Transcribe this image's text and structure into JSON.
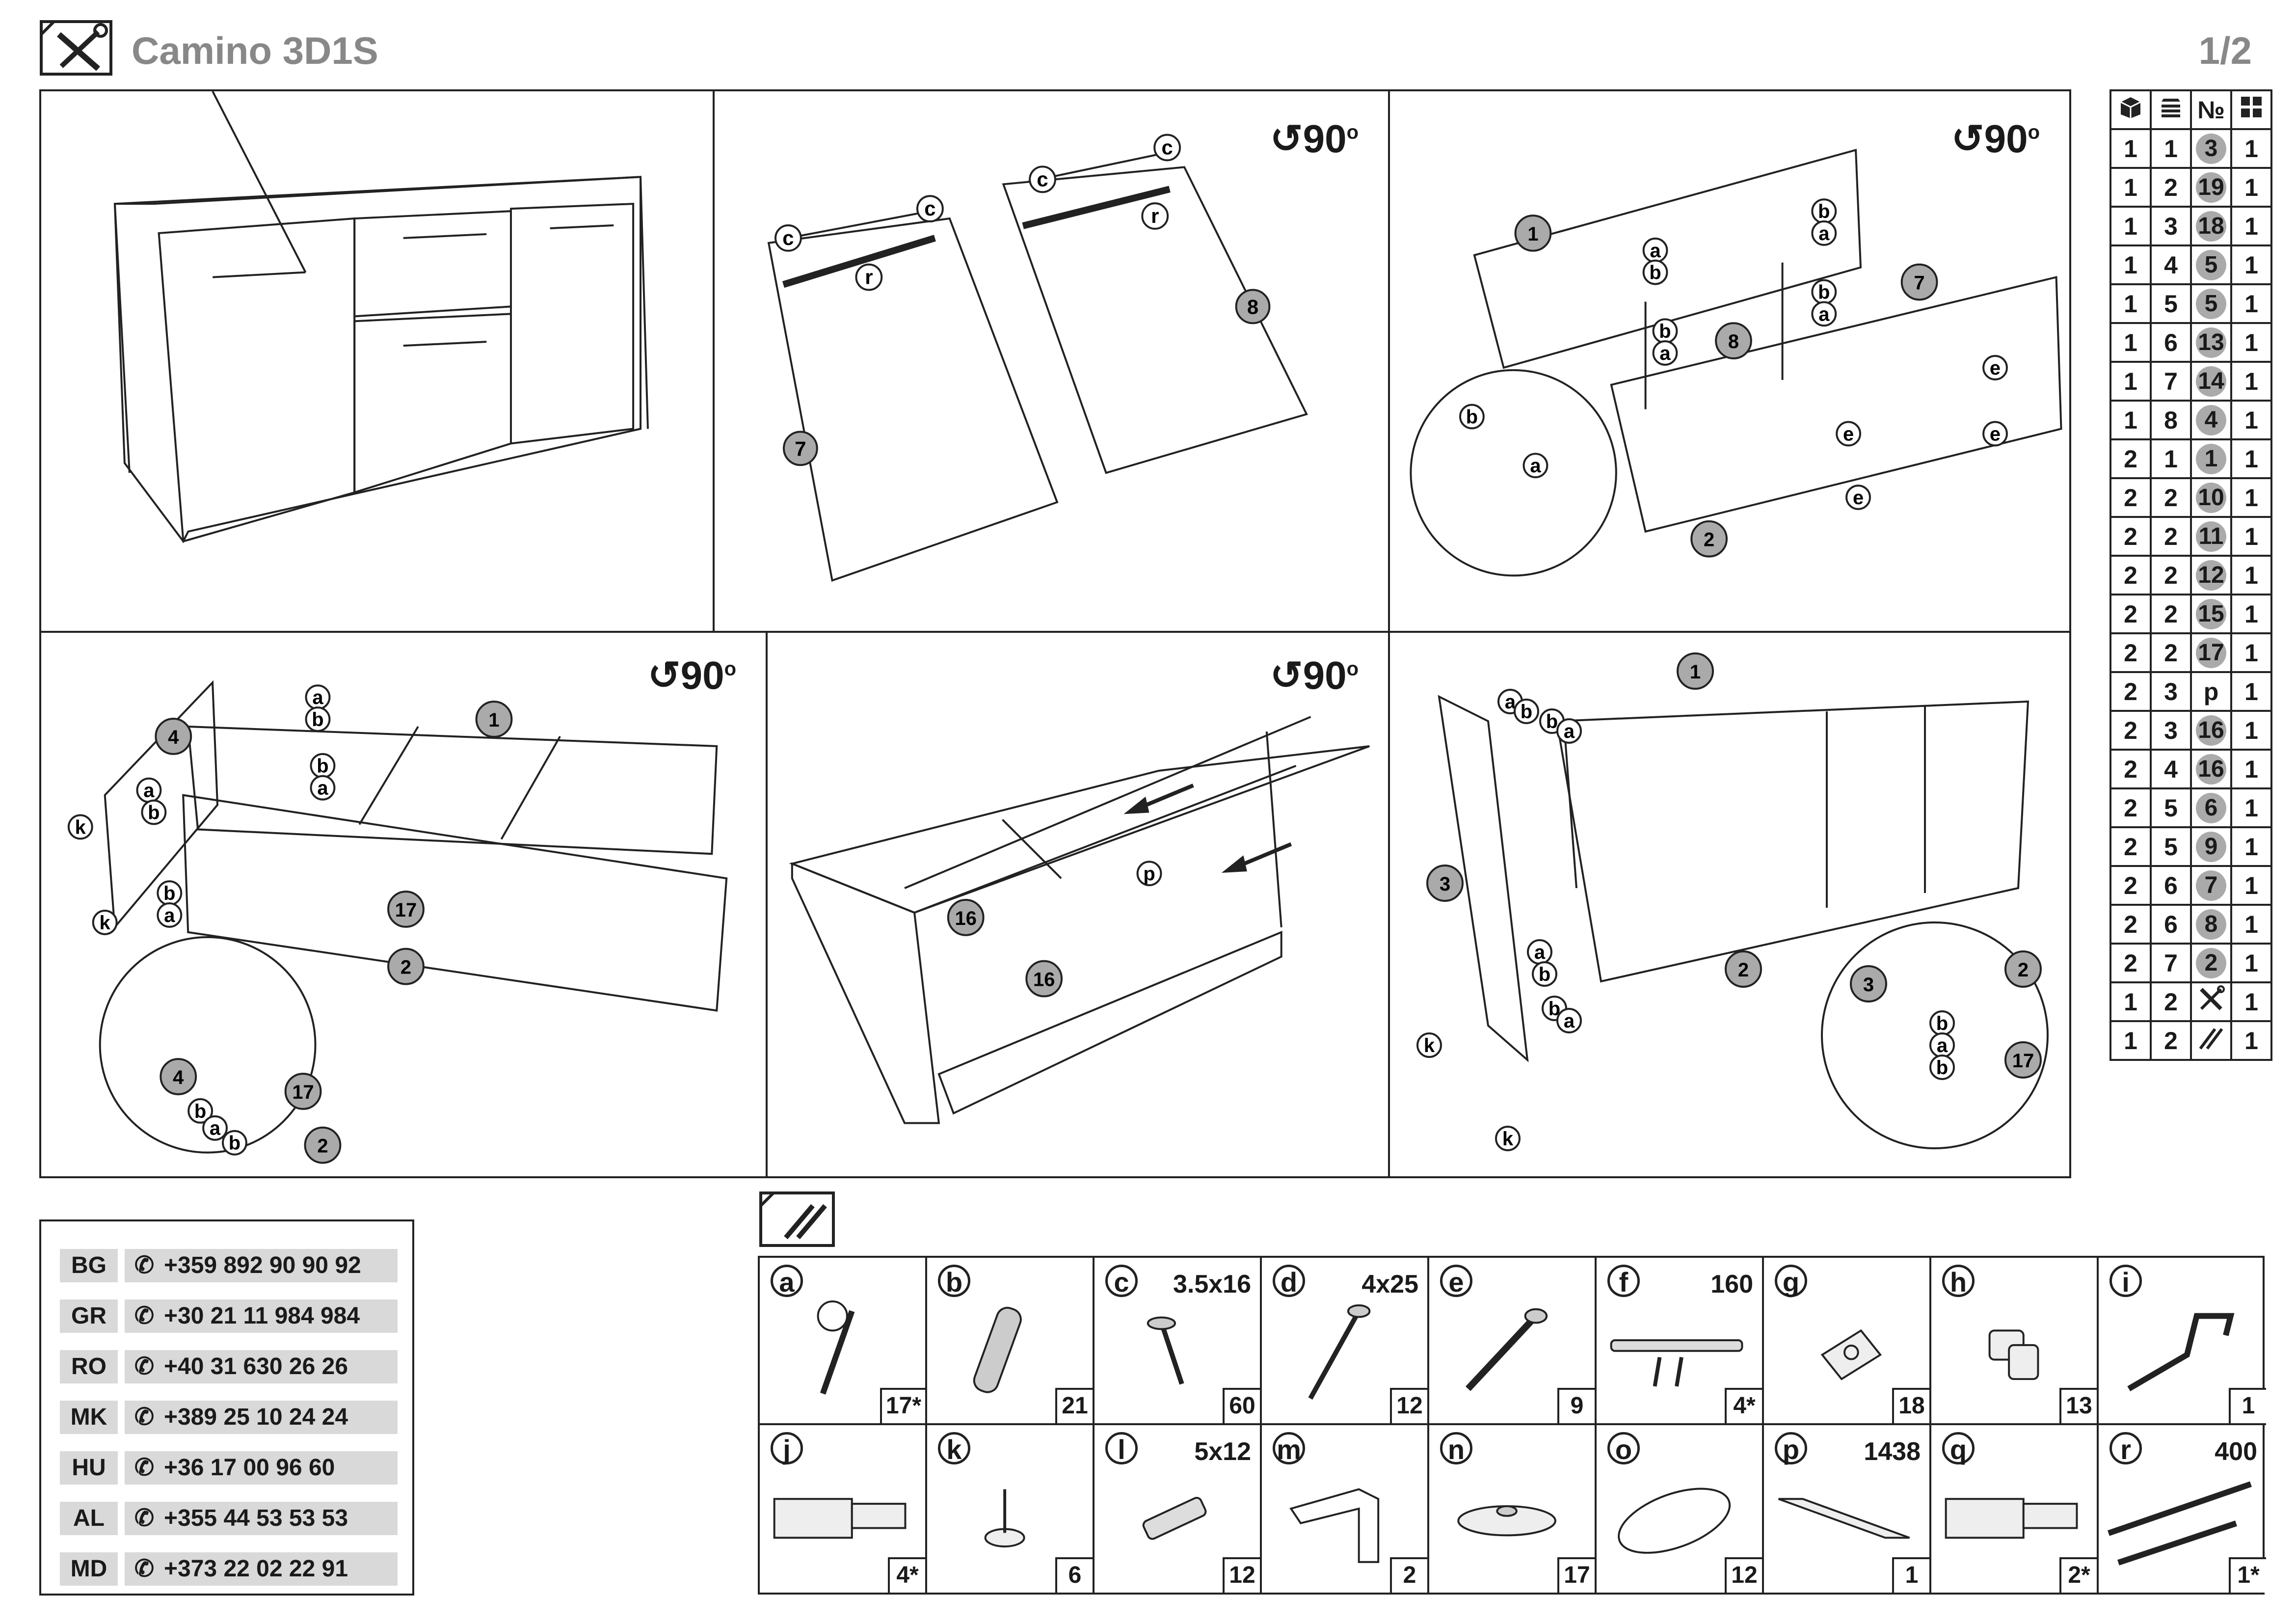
{
  "header": {
    "title": "Camino 3D1S",
    "page": "1/2"
  },
  "rotation_label": "90",
  "rotation_unit": "o",
  "step_labels": {
    "s2": [
      "c",
      "c",
      "r",
      "7",
      "c",
      "c",
      "r",
      "8"
    ],
    "s3": [
      "1",
      "a",
      "b",
      "b",
      "a",
      "b",
      "a",
      "7",
      "b",
      "a",
      "8",
      "e",
      "e",
      "e",
      "e",
      "2",
      "b",
      "a"
    ],
    "s4": [
      "4",
      "a",
      "b",
      "b",
      "a",
      "1",
      "a",
      "b",
      "k",
      "b",
      "a",
      "k",
      "17",
      "2",
      "4",
      "17",
      "b",
      "a",
      "b",
      "2"
    ],
    "s5": [
      "p",
      "16",
      "16"
    ],
    "s6": [
      "1",
      "a",
      "b",
      "b",
      "a",
      "3",
      "a",
      "b",
      "2",
      "b",
      "a",
      "k",
      "k",
      "3",
      "2",
      "b",
      "a",
      "b",
      "17"
    ]
  },
  "parts_table": {
    "headers": [
      "package-icon",
      "stack-icon",
      "№",
      "grid-icon"
    ],
    "rows": [
      [
        "1",
        "1",
        "3",
        "1"
      ],
      [
        "1",
        "2",
        "19",
        "1"
      ],
      [
        "1",
        "3",
        "18",
        "1"
      ],
      [
        "1",
        "4",
        "5",
        "1"
      ],
      [
        "1",
        "5",
        "5",
        "1"
      ],
      [
        "1",
        "6",
        "13",
        "1"
      ],
      [
        "1",
        "7",
        "14",
        "1"
      ],
      [
        "1",
        "8",
        "4",
        "1"
      ],
      [
        "2",
        "1",
        "1",
        "1"
      ],
      [
        "2",
        "2",
        "10",
        "1"
      ],
      [
        "2",
        "2",
        "11",
        "1"
      ],
      [
        "2",
        "2",
        "12",
        "1"
      ],
      [
        "2",
        "2",
        "15",
        "1"
      ],
      [
        "2",
        "2",
        "17",
        "1"
      ],
      [
        "2",
        "3",
        "p",
        "1"
      ],
      [
        "2",
        "3",
        "16",
        "1"
      ],
      [
        "2",
        "4",
        "16",
        "1"
      ],
      [
        "2",
        "5",
        "6",
        "1"
      ],
      [
        "2",
        "5",
        "9",
        "1"
      ],
      [
        "2",
        "6",
        "7",
        "1"
      ],
      [
        "2",
        "6",
        "8",
        "1"
      ],
      [
        "2",
        "7",
        "2",
        "1"
      ],
      [
        "1",
        "2",
        "tools-icon",
        "1"
      ],
      [
        "1",
        "2",
        "fittings-icon",
        "1"
      ]
    ]
  },
  "phones": [
    {
      "code": "BG",
      "number": "+359 892 90 90 92"
    },
    {
      "code": "GR",
      "number": "+30 21 11 984 984"
    },
    {
      "code": "RO",
      "number": "+40 31 630 26 26"
    },
    {
      "code": "MK",
      "number": "+389 25 10 24 24"
    },
    {
      "code": "HU",
      "number": "+36 17 00 96 60"
    },
    {
      "code": "AL",
      "number": "+355 44 53 53 53"
    },
    {
      "code": "MD",
      "number": "+373 22 02 22 91"
    }
  ],
  "hardware": [
    {
      "letter": "a",
      "size": "",
      "qty": "17*"
    },
    {
      "letter": "b",
      "size": "",
      "qty": "21"
    },
    {
      "letter": "c",
      "size": "3.5x16",
      "qty": "60"
    },
    {
      "letter": "d",
      "size": "4x25",
      "qty": "12"
    },
    {
      "letter": "e",
      "size": "",
      "qty": "9"
    },
    {
      "letter": "f",
      "size": "160",
      "qty": "4*"
    },
    {
      "letter": "g",
      "size": "",
      "qty": "18"
    },
    {
      "letter": "h",
      "size": "",
      "qty": "13"
    },
    {
      "letter": "i",
      "size": "",
      "qty": "1"
    },
    {
      "letter": "j",
      "size": "",
      "qty": "4*"
    },
    {
      "letter": "k",
      "size": "",
      "qty": "6"
    },
    {
      "letter": "l",
      "size": "5x12",
      "qty": "12"
    },
    {
      "letter": "m",
      "size": "",
      "qty": "2"
    },
    {
      "letter": "n",
      "size": "",
      "qty": "17"
    },
    {
      "letter": "o",
      "size": "",
      "qty": "12"
    },
    {
      "letter": "p",
      "size": "1438",
      "qty": "1"
    },
    {
      "letter": "q",
      "size": "",
      "qty": "2*"
    },
    {
      "letter": "r",
      "size": "400",
      "qty": "1*"
    }
  ],
  "colors": {
    "line": "#222222",
    "badge": "#aaaaaa",
    "title": "#888888",
    "phone_bg": "#d9d9d9"
  }
}
